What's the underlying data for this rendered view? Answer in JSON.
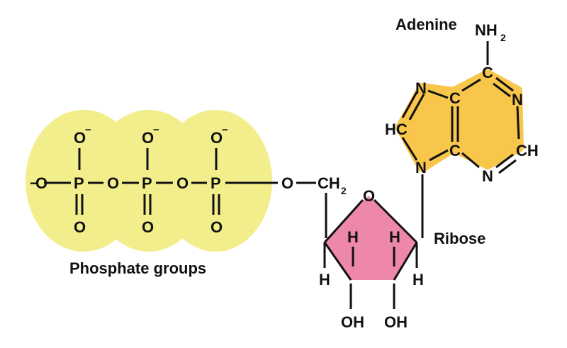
{
  "labels": {
    "phosphate_groups": "Phosphate groups",
    "ribose": "Ribose",
    "adenine": "Adenine"
  },
  "atoms": {
    "oxygen": "O",
    "phosphorus": "P",
    "nitrogen": "N",
    "carbon": "C",
    "hydrogen": "H",
    "hc": "HC",
    "ch": "CH",
    "ch2_main": "CH",
    "subscript_2": "2",
    "nh2_main": "NH",
    "hydroxyl": "OH",
    "minus": "−",
    "minus_prefix": "−"
  },
  "colors": {
    "phosphate_fill": "#f2ee8c",
    "ribose_fill": "#ee88aa",
    "adenine_fill": "#f7c64a",
    "bond": "#111111"
  }
}
